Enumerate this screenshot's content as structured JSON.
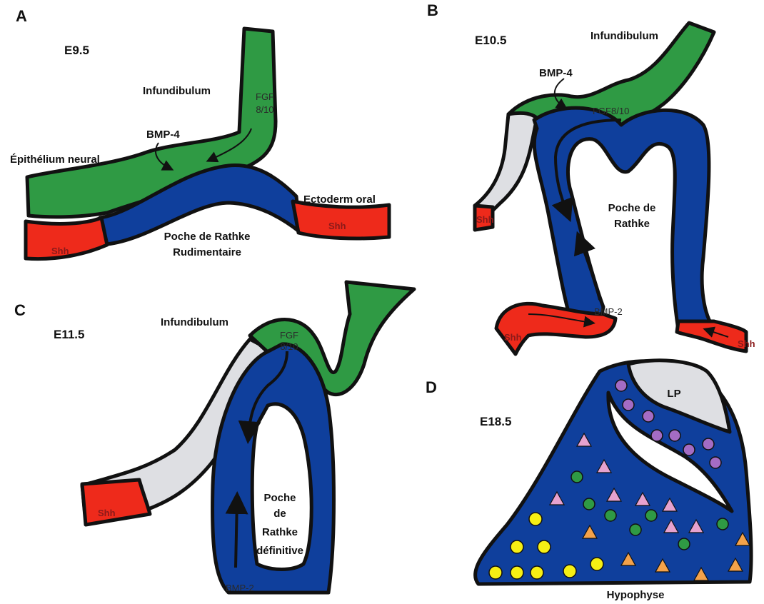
{
  "colors": {
    "neural": "#2f9a44",
    "pouch": "#0f3f9c",
    "shh": "#ee2a1b",
    "grey": "#dedfe3",
    "outline": "#111111",
    "dot_purple": "#a46cc4",
    "tri_pink": "#e6a2cf",
    "dot_green": "#2f9a44",
    "tri_orange": "#f4a24a",
    "dot_yellow": "#f6ef14"
  },
  "panelA": {
    "letter": "A",
    "stage": "E9.5",
    "infundibulum": "Infundibulum",
    "neural": "Épithélium neural",
    "bmp4": "BMP-4",
    "fgf_top": "FGF",
    "fgf_bottom": "8/10",
    "ectoderm": "Ectoderm oral",
    "shh_left": "Shh",
    "shh_right": "Shh",
    "pouch_line1": "Poche de Rathke",
    "pouch_line2": "Rudimentaire"
  },
  "panelB": {
    "letter": "B",
    "stage": "E10.5",
    "infundibulum": "Infundibulum",
    "bmp4": "BMP-4",
    "fgf": "FGF8/10",
    "bmp2": "BMP-2",
    "shh_left": "Shh",
    "shh_bottom": "Shh",
    "shh_right": "Shh",
    "pouch_line1": "Poche de",
    "pouch_line2": "Rathke"
  },
  "panelC": {
    "letter": "C",
    "stage": "E11.5",
    "infundibulum": "Infundibulum",
    "fgf_top": "FGF",
    "fgf_bottom": "8/10",
    "shh": "Shh",
    "bmp2": "BMP-2",
    "pouch_line1": "Poche",
    "pouch_line2": "de",
    "pouch_line3": "Rathke",
    "pouch_line4": "définitive"
  },
  "panelD": {
    "letter": "D",
    "stage": "E18.5",
    "lp": "LP",
    "title": "Hypophyse"
  }
}
